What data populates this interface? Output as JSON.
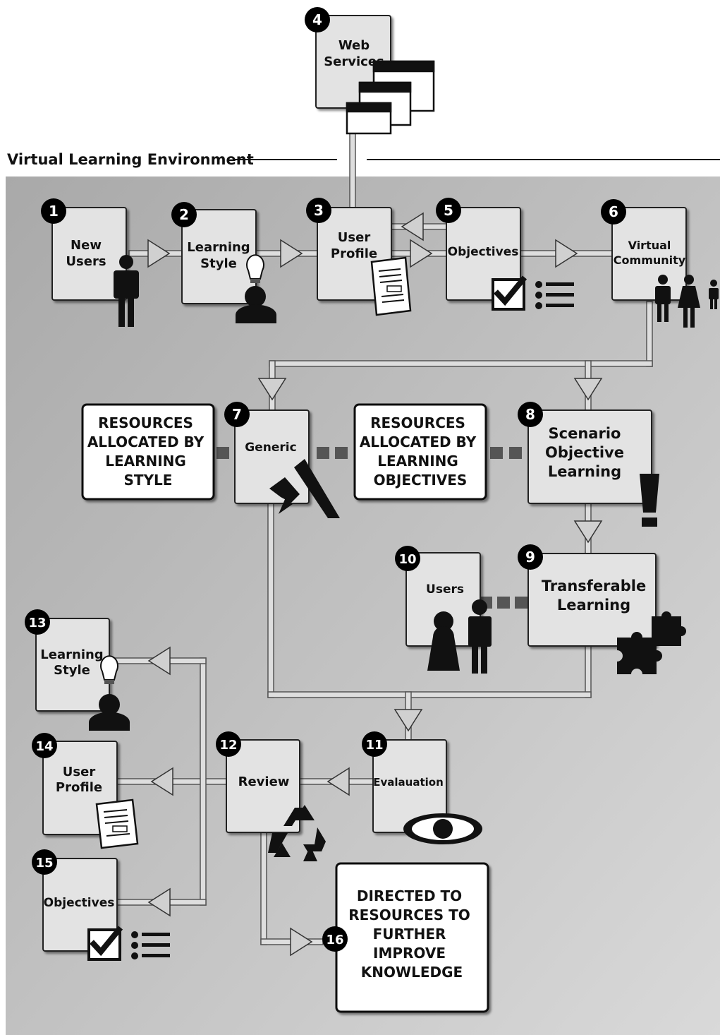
{
  "environment": {
    "title": "Virtual Learning Environment"
  },
  "steps": [
    {
      "number": "1",
      "lines": [
        "New",
        "Users"
      ]
    },
    {
      "number": "2",
      "lines": [
        "Learning",
        "Style"
      ]
    },
    {
      "number": "3",
      "lines": [
        "User",
        "Profile"
      ]
    },
    {
      "number": "4",
      "lines": [
        "Web",
        "Services"
      ]
    },
    {
      "number": "5",
      "lines": [
        "Objectives"
      ]
    },
    {
      "number": "6",
      "lines": [
        "Virtual",
        "Community"
      ]
    },
    {
      "number": "7",
      "lines": [
        "Generic"
      ]
    },
    {
      "number": "8",
      "lines": [
        "Scenario",
        "Objective",
        "Learning"
      ]
    },
    {
      "number": "9",
      "lines": [
        "Transferable",
        "Learning"
      ]
    },
    {
      "number": "10",
      "lines": [
        "Users"
      ]
    },
    {
      "number": "11",
      "lines": [
        "Evalauation"
      ]
    },
    {
      "number": "12",
      "lines": [
        "Review"
      ]
    },
    {
      "number": "13",
      "lines": [
        "Learning",
        "Style"
      ]
    },
    {
      "number": "14",
      "lines": [
        "User",
        "Profile"
      ]
    },
    {
      "number": "15",
      "lines": [
        "Objectives"
      ]
    },
    {
      "number": "16",
      "lines": []
    }
  ],
  "callouts": {
    "learning_style": [
      "RESOURCES",
      "ALLOCATED BY",
      "LEARNING",
      "STYLE"
    ],
    "learning_objectives": [
      "RESOURCES",
      "ALLOCATED BY",
      "LEARNING",
      "OBJECTIVES"
    ],
    "directed": [
      "DIRECTED TO",
      "RESOURCES TO",
      "FURTHER",
      "IMPROVE",
      "KNOWLEDGE"
    ]
  },
  "icons": [
    "person-icon",
    "lightbulb-head-icon",
    "document-icon",
    "browser-windows-icon",
    "checklist-icon",
    "family-icon",
    "pen-nib-icon",
    "exclamation-icon",
    "two-people-icon",
    "puzzle-pieces-icon",
    "recycle-icon",
    "eye-icon"
  ],
  "colors": {
    "environment_bg": "#b9b9b9",
    "box_fill": "#e3e3e3",
    "connector_fill": "#dedede",
    "number_badge": "#000000"
  }
}
